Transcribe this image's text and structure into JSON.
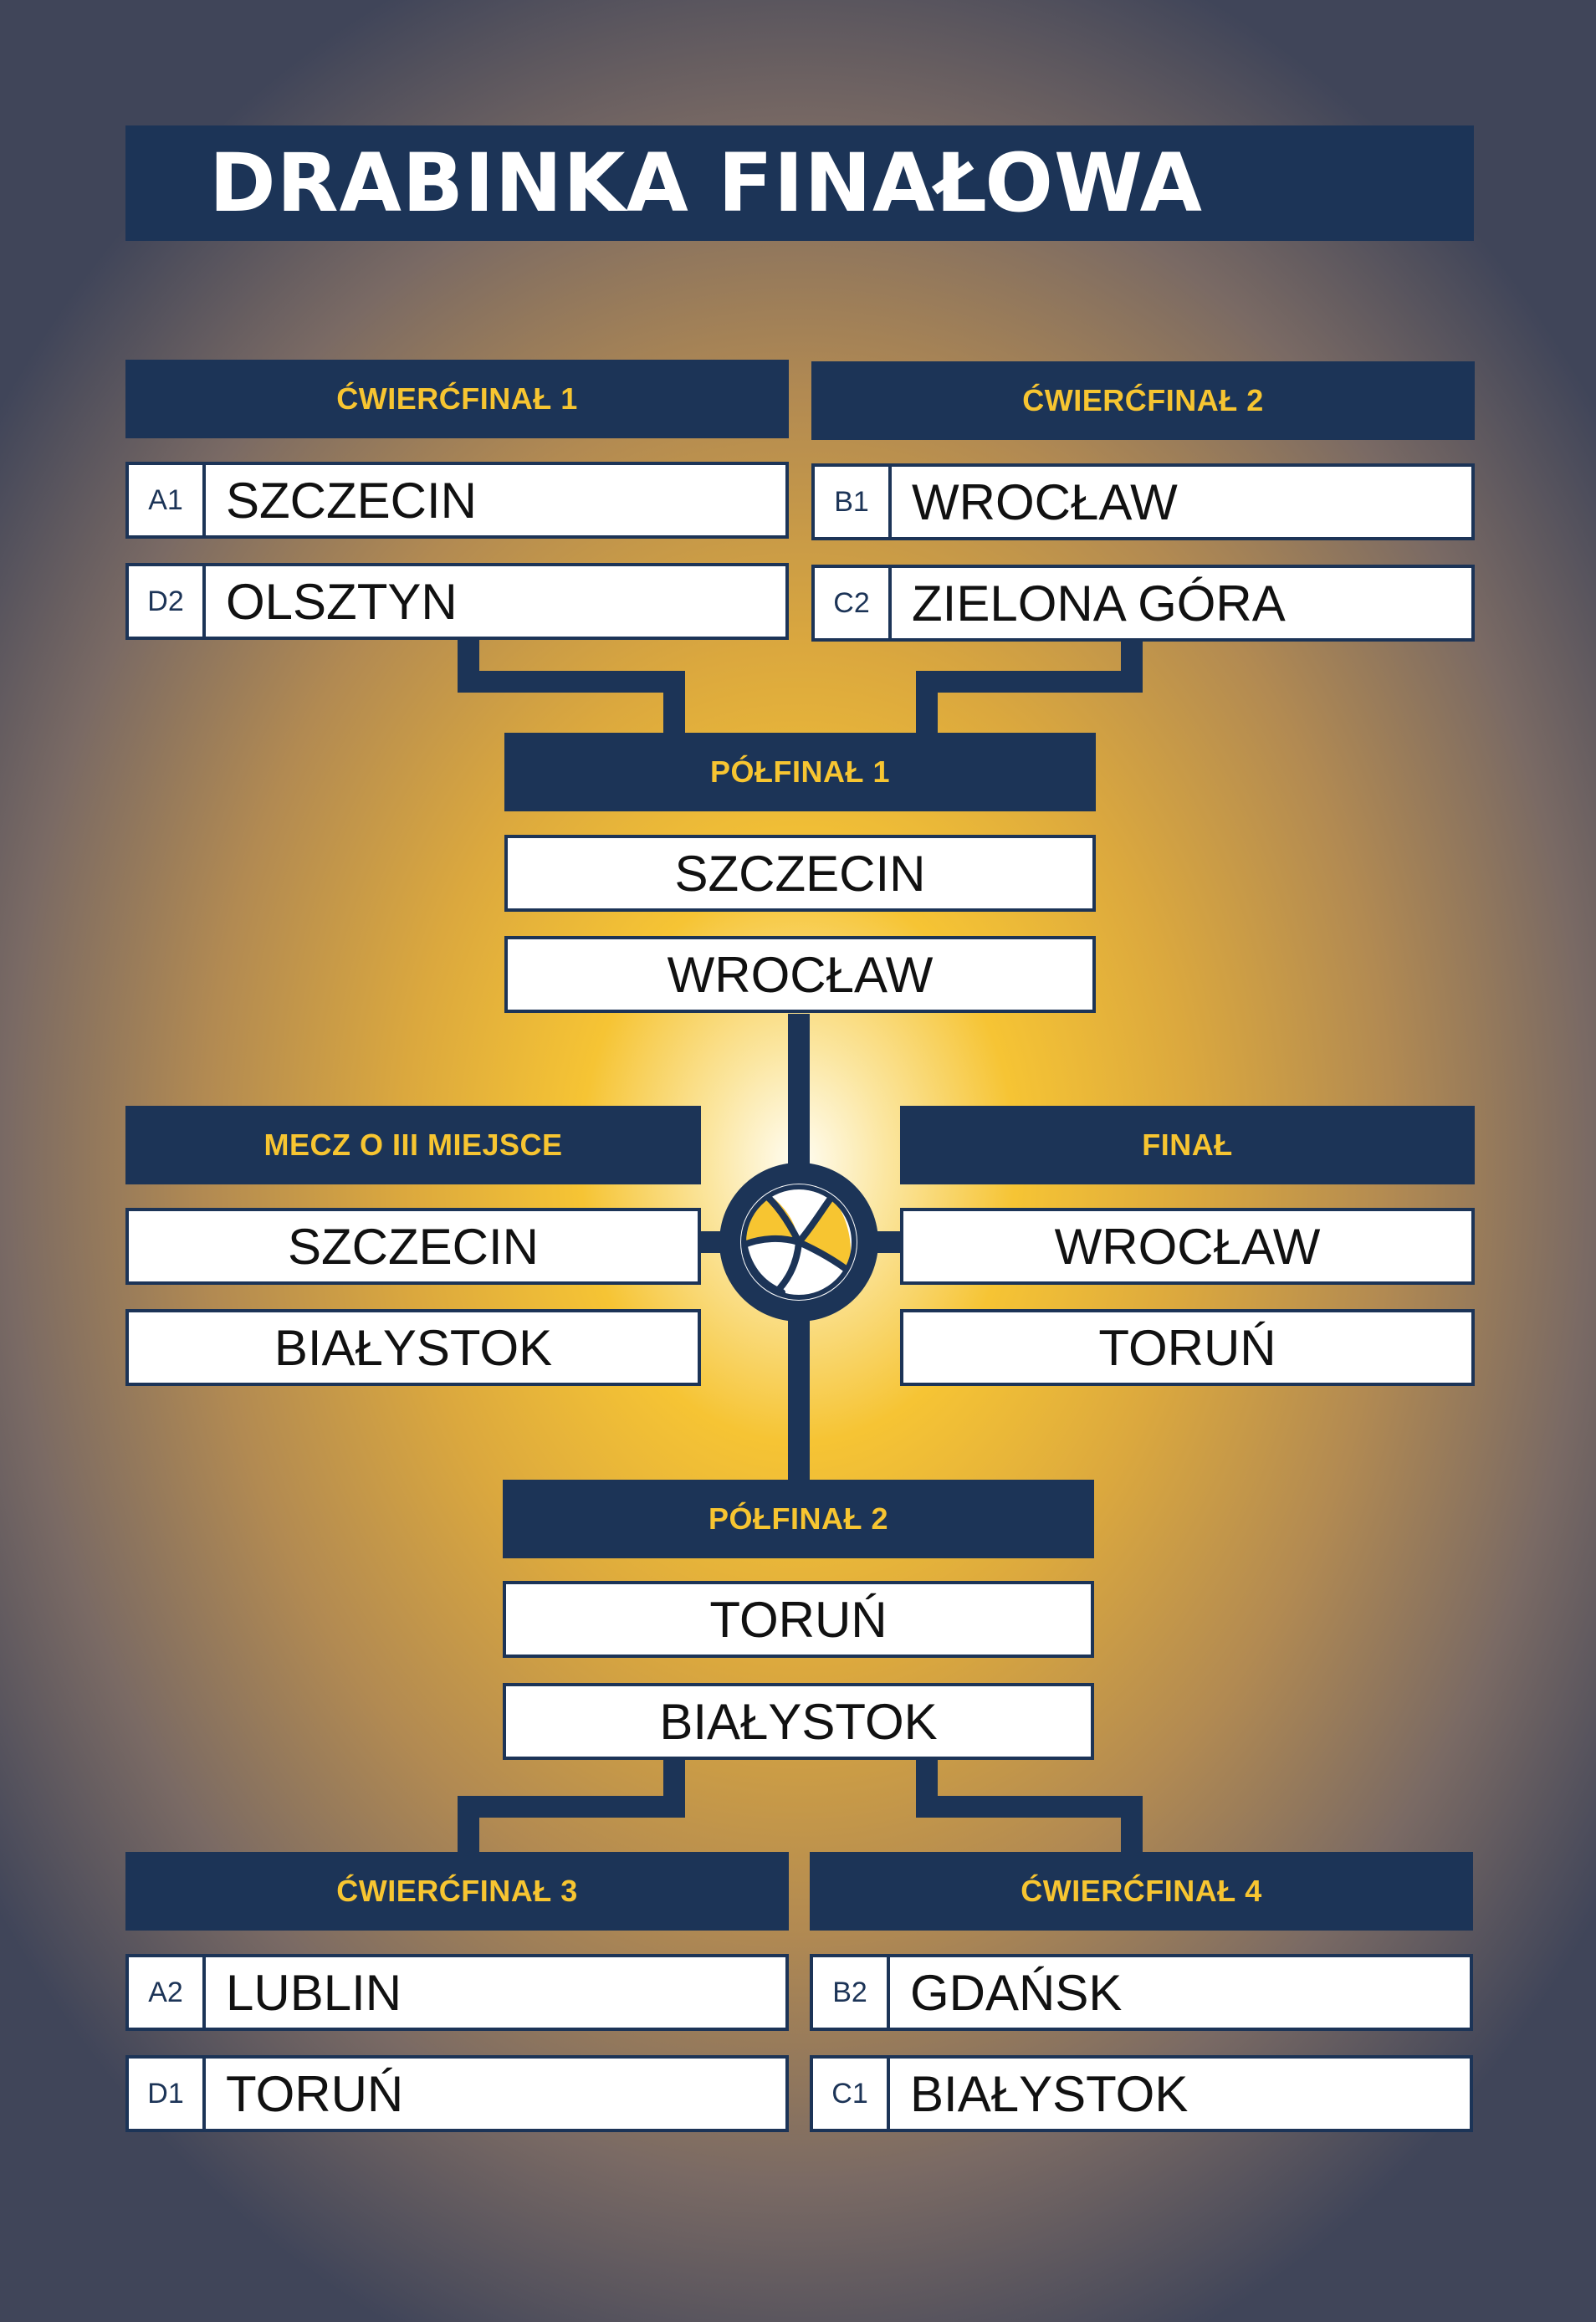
{
  "title": "DRABINKA FINAŁOWA",
  "quarterfinal_1": {
    "label": "ĆWIERĆFINAŁ 1",
    "teams": [
      {
        "seed": "A1",
        "name": "SZCZECIN"
      },
      {
        "seed": "D2",
        "name": "OLSZTYN"
      }
    ]
  },
  "quarterfinal_2": {
    "label": "ĆWIERĆFINAŁ 2",
    "teams": [
      {
        "seed": "B1",
        "name": "WROCŁAW"
      },
      {
        "seed": "C2",
        "name": "ZIELONA GÓRA"
      }
    ]
  },
  "semifinal_1": {
    "label": "PÓŁFINAŁ 1",
    "teams": [
      "SZCZECIN",
      "WROCŁAW"
    ]
  },
  "third_place": {
    "label": "MECZ O III MIEJSCE",
    "teams": [
      "SZCZECIN",
      "BIAŁYSTOK"
    ]
  },
  "final": {
    "label": "FINAŁ",
    "teams": [
      "WROCŁAW",
      "TORUŃ"
    ]
  },
  "semifinal_2": {
    "label": "PÓŁFINAŁ 2",
    "teams": [
      "TORUŃ",
      "BIAŁYSTOK"
    ]
  },
  "quarterfinal_3": {
    "label": "ĆWIERĆFINAŁ 3",
    "teams": [
      {
        "seed": "A2",
        "name": "LUBLIN"
      },
      {
        "seed": "D1",
        "name": "TORUŃ"
      }
    ]
  },
  "quarterfinal_4": {
    "label": "ĆWIERĆFINAŁ 4",
    "teams": [
      {
        "seed": "B2",
        "name": "GDAŃSK"
      },
      {
        "seed": "C1",
        "name": "BIAŁYSTOK"
      }
    ]
  },
  "center_icon": "volleyball-icon",
  "colors": {
    "navy": "#1c3457",
    "gold": "#f7c531",
    "white": "#ffffff"
  }
}
